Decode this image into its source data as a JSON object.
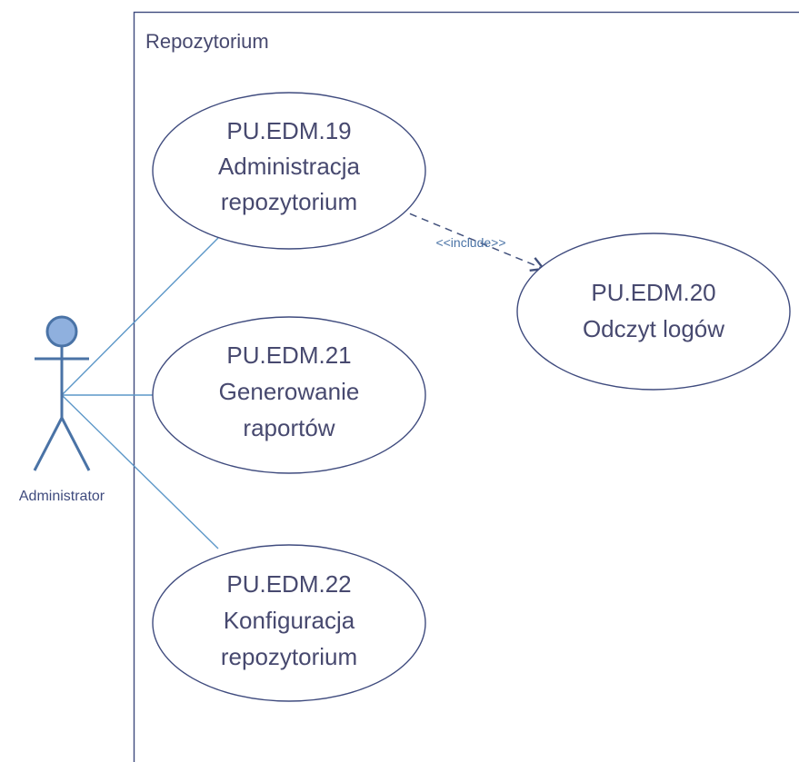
{
  "boundary": {
    "title": "Repozytorium"
  },
  "actor": {
    "label": "Administrator"
  },
  "use_cases": [
    {
      "id": "uc19",
      "lines": [
        "PU.EDM.19",
        "Administracja",
        "repozytorium"
      ]
    },
    {
      "id": "uc20",
      "lines": [
        "PU.EDM.20",
        "Odczyt logów"
      ]
    },
    {
      "id": "uc21",
      "lines": [
        "PU.EDM.21",
        "Generowanie",
        "raportów"
      ]
    },
    {
      "id": "uc22",
      "lines": [
        "PU.EDM.22",
        "Konfiguracja",
        "repozytorium"
      ]
    }
  ],
  "relationships": {
    "include_label": "<<include>>"
  },
  "colors": {
    "border": "#3f4b7e",
    "text": "#47496f",
    "actor_fill": "#8fb0de",
    "actor_stroke": "#4a73a6",
    "association_line": "#5c97c8",
    "include_line": "#42517c",
    "include_text": "#4a73a6"
  }
}
